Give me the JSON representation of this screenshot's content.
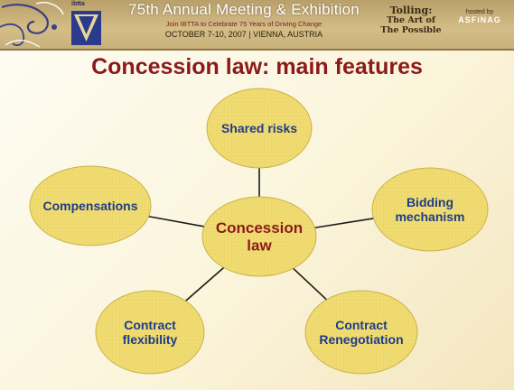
{
  "header": {
    "ibtta_tag": "ibtta",
    "meeting_title": "75th Annual Meeting & Exhibition",
    "meeting_subtitle": "Join IBTTA to Celebrate 75 Years of Driving Change",
    "meeting_date": "OCTOBER 7-10, 2007 | VIENNA, AUSTRIA",
    "tolling_line1": "Tolling:",
    "tolling_line2": "The Art of",
    "tolling_line3": "The Possible",
    "hosted_by": "hosted by",
    "host_name": "ASFiNAG"
  },
  "slide_title": "Concession law: main features",
  "diagram": {
    "center": {
      "lines": [
        "Concession",
        "law"
      ],
      "color": "#8b1a1a"
    },
    "nodes": [
      {
        "id": "shared-risks",
        "lines": [
          "Shared risks"
        ]
      },
      {
        "id": "bidding-mechanism",
        "lines": [
          "Bidding",
          "mechanism"
        ]
      },
      {
        "id": "contract-renegotiation",
        "lines": [
          "Contract",
          "Renegotiation"
        ]
      },
      {
        "id": "contract-flexibility",
        "lines": [
          "Contract",
          "flexibility"
        ]
      },
      {
        "id": "compensations",
        "lines": [
          "Compensations"
        ]
      }
    ],
    "node_text_color": "#1f3c88",
    "ellipse_fill": "#f0dc73",
    "ellipse_stroke": "#c9b24a"
  }
}
